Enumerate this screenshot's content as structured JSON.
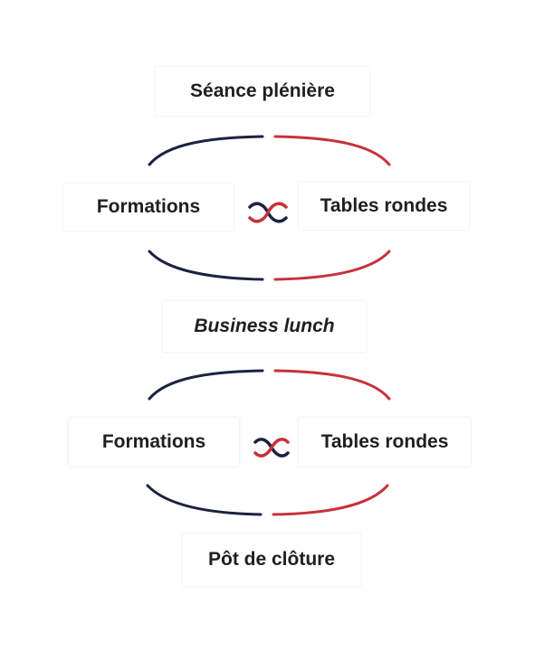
{
  "colors": {
    "navy": "#1b2340",
    "red": "#c8313a",
    "text": "#1f1f1f"
  },
  "steps": {
    "opening": "Séance plénière",
    "block1_left": "Formations",
    "block1_right": "Tables rondes",
    "lunch": "Business lunch",
    "block2_left": "Formations",
    "block2_right": "Tables rondes",
    "closing": "Pôt de clôture"
  },
  "icons": {
    "alternate": "interlaced-loops-icon"
  }
}
